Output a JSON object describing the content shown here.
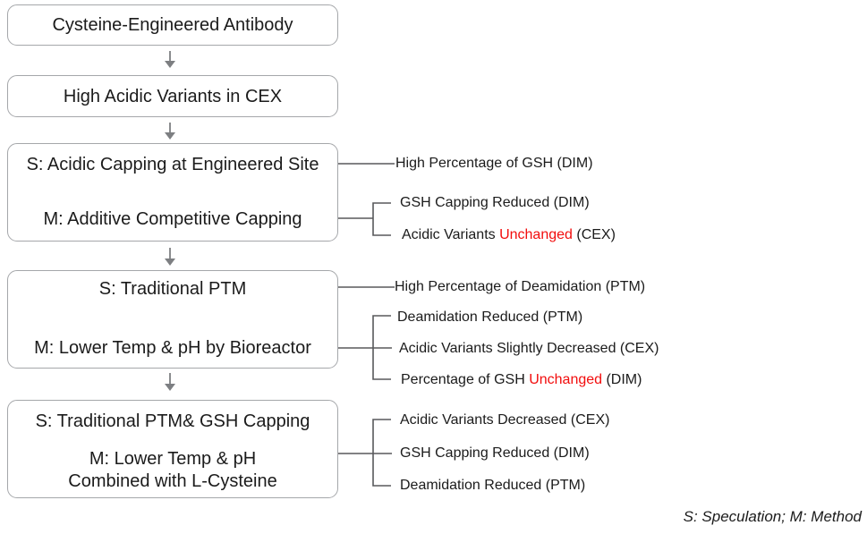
{
  "figure": {
    "legend": "S: Speculation; M: Method"
  },
  "colors": {
    "text": "#1b1b1b",
    "highlight_red": "#f20d0d",
    "connector_line": "#58595b",
    "box_border": "#a5a7aa",
    "arrow_large": "#7d7f82",
    "arrow_small": "#a3a5a8"
  },
  "boxes": [
    {
      "label": "Cysteine-Engineered Antibody"
    },
    {
      "label": "High Acidic Variants in CEX"
    },
    {
      "speculation": "S: Acidic Capping at Engineered Site",
      "method": "M: Additive Competitive Capping"
    },
    {
      "speculation": "S: Traditional PTM",
      "method": "M: Lower Temp & pH by Bioreactor"
    },
    {
      "speculation": "S: Traditional PTM& GSH Capping",
      "method_line1": "M: Lower Temp & pH",
      "method_line2": "Combined with L-Cysteine"
    }
  ],
  "annotations": [
    {
      "pre": "High Percentage of GSH (DIM)",
      "hl": "",
      "post": ""
    },
    {
      "pre": "GSH Capping Reduced (DIM)",
      "hl": "",
      "post": ""
    },
    {
      "pre": "Acidic Variants ",
      "hl": "Unchanged",
      "post": " (CEX)"
    },
    {
      "pre": "High Percentage of Deamidation (PTM)",
      "hl": "",
      "post": ""
    },
    {
      "pre": "Deamidation Reduced (PTM)",
      "hl": "",
      "post": ""
    },
    {
      "pre": "Acidic Variants Slightly Decreased (CEX)",
      "hl": "",
      "post": ""
    },
    {
      "pre": "Percentage of GSH ",
      "hl": "Unchanged",
      "post": " (DIM)"
    },
    {
      "pre": "Acidic Variants Decreased (CEX)",
      "hl": "",
      "post": ""
    },
    {
      "pre": "GSH Capping Reduced (DIM)",
      "hl": "",
      "post": ""
    },
    {
      "pre": "Deamidation Reduced (PTM)",
      "hl": "",
      "post": ""
    }
  ]
}
